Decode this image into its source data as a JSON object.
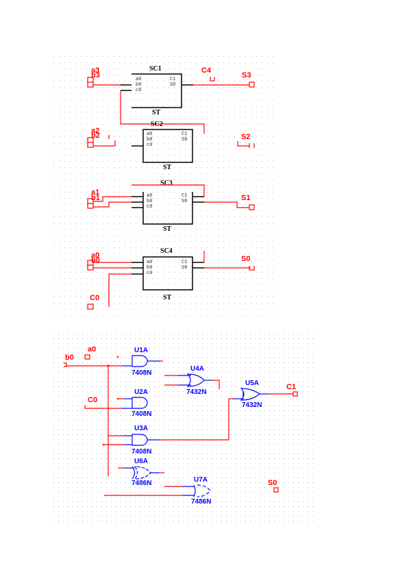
{
  "colors": {
    "wire_external": "#ff0000",
    "wire_internal": "#000000",
    "gate": "#0000ff",
    "grid": "#bdbdbd"
  },
  "top_schematic": {
    "subcircuits": [
      {
        "name": "SC1",
        "type": "ST",
        "inputs": [
          "a0",
          "b0",
          "c0"
        ],
        "outputs": [
          "C1",
          "S0"
        ]
      },
      {
        "name": "SC2",
        "type": "ST",
        "inputs": [
          "a0",
          "b0",
          "c0"
        ],
        "outputs": [
          "C1",
          "S0"
        ]
      },
      {
        "name": "SC3",
        "type": "ST",
        "inputs": [
          "a0",
          "b0",
          "c0"
        ],
        "outputs": [
          "C1",
          "S0"
        ]
      },
      {
        "name": "SC4",
        "type": "ST",
        "inputs": [
          "a0",
          "b0",
          "c0"
        ],
        "outputs": [
          "C1",
          "S0"
        ]
      }
    ],
    "ports": {
      "a3": "a3",
      "b3": "b3",
      "a2": "a2",
      "b2": "b2",
      "a1": "a1",
      "b1": "b1",
      "a0": "a0",
      "b0": "b0",
      "C0": "C0",
      "C4": "C4",
      "S3": "S3",
      "S2": "S2",
      "S1": "S1",
      "S0": "S0"
    }
  },
  "bottom_schematic": {
    "ports": {
      "b0": "b0",
      "a0": "a0",
      "C0": "C0",
      "C1": "C1",
      "S0": "S0"
    },
    "gates": [
      {
        "ref": "U1A",
        "part": "7408N",
        "kind": "AND"
      },
      {
        "ref": "U2A",
        "part": "7408N",
        "kind": "AND"
      },
      {
        "ref": "U3A",
        "part": "7408N",
        "kind": "AND"
      },
      {
        "ref": "U4A",
        "part": "7432N",
        "kind": "OR"
      },
      {
        "ref": "U5A",
        "part": "7432N",
        "kind": "OR"
      },
      {
        "ref": "U6A",
        "part": "7486N",
        "kind": "XOR"
      },
      {
        "ref": "U7A",
        "part": "7486N",
        "kind": "XOR"
      }
    ]
  }
}
